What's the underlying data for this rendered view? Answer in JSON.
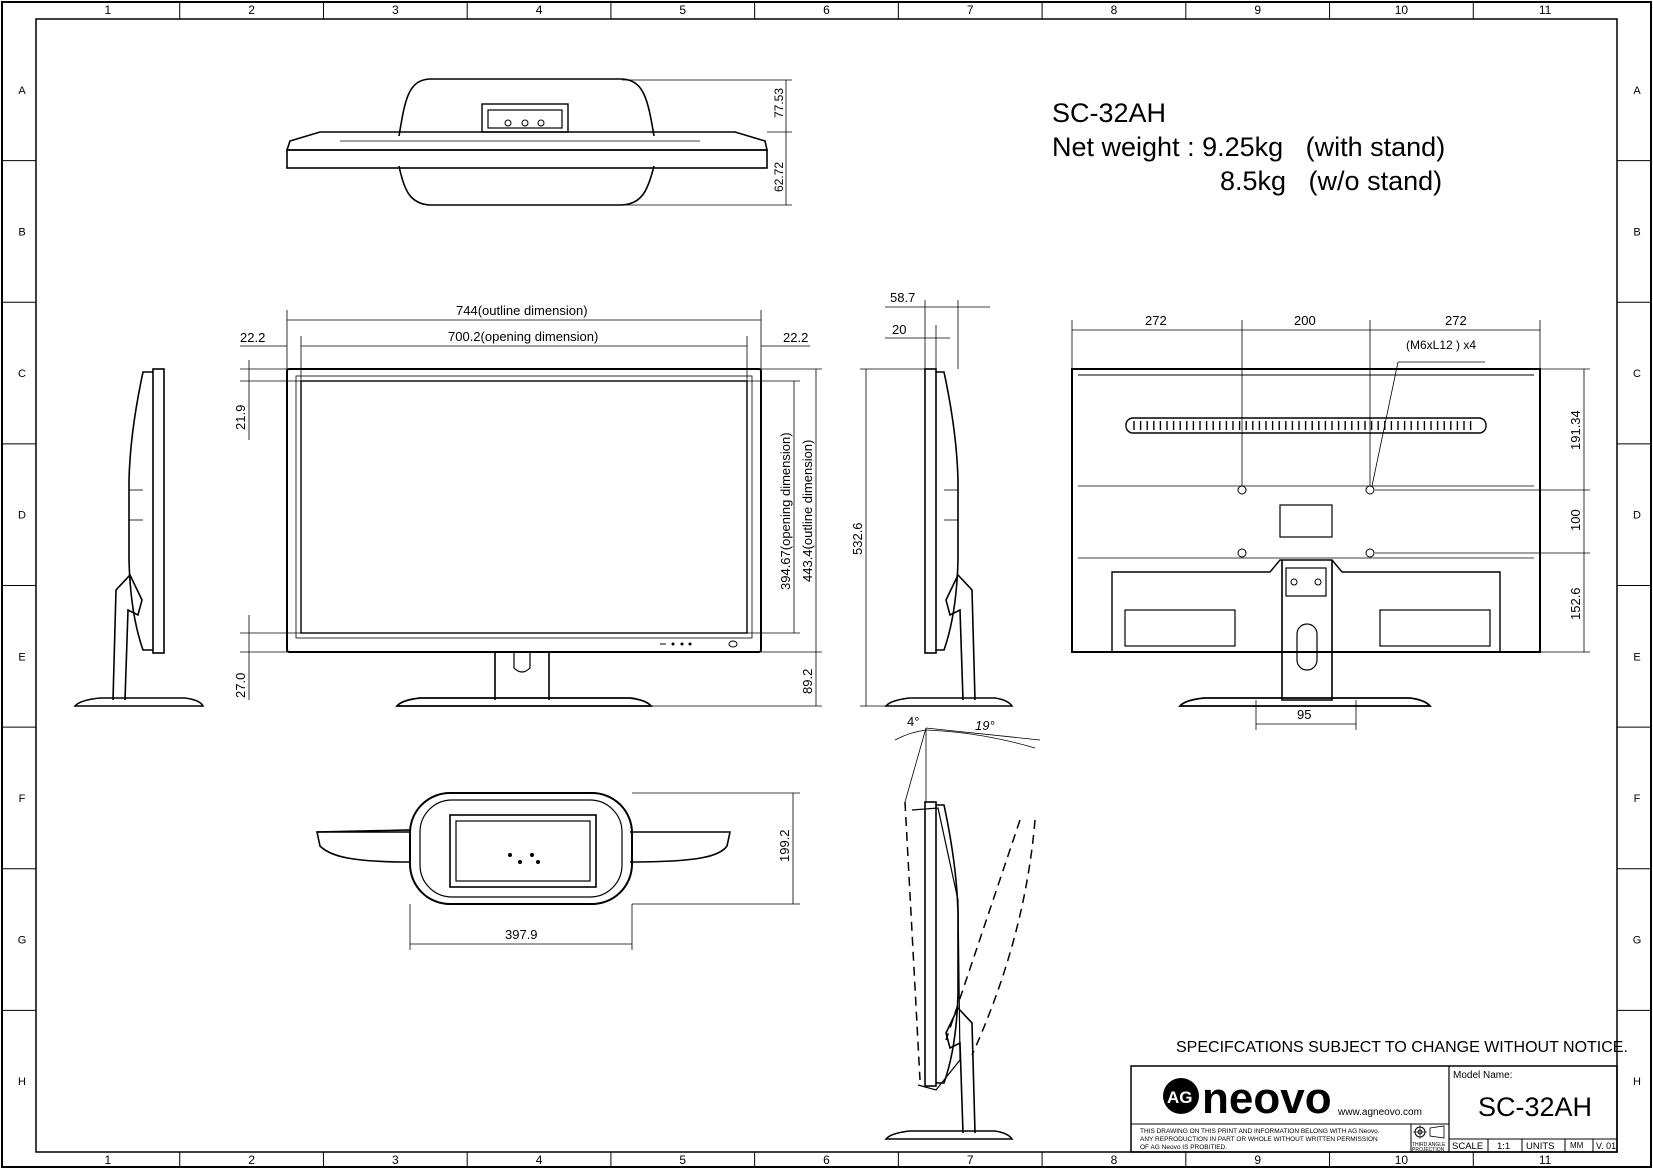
{
  "header": {
    "model": "SC-32AH",
    "weight_line1": "Net weight : 9.25kg   (with stand)",
    "weight_line2": "8.5kg   (w/o stand)"
  },
  "border": {
    "columns": [
      "1",
      "2",
      "3",
      "4",
      "5",
      "6",
      "7",
      "8",
      "9",
      "10",
      "11"
    ],
    "rows": [
      "A",
      "B",
      "C",
      "D",
      "E",
      "F",
      "G",
      "H"
    ]
  },
  "top_view": {
    "dim_depth_back": "77.53",
    "dim_depth_front": "62.72"
  },
  "front_view": {
    "outline_width": "744(outline dimension)",
    "opening_width": "700.2(opening dimension)",
    "side_margin_left": "22.2",
    "side_margin_right": "22.2",
    "top_margin": "21.9",
    "bottom_margin": "27.0",
    "opening_height": "394.67(opening dimension)",
    "outline_height": "443.4(outline dimension)",
    "base_to_bottom": "89.2"
  },
  "side_view": {
    "total_height": "532.6",
    "depth": "58.7",
    "panel_depth": "20"
  },
  "rear_view": {
    "left_margin": "272",
    "vesa_width": "200",
    "right_margin": "272",
    "screw_note": "(M6xL12 ) x4",
    "top_to_vesa": "191.34",
    "vesa_height": "100",
    "vesa_to_bottom": "152.6",
    "stand_width": "95"
  },
  "bottom_view": {
    "base_depth": "199.2",
    "base_width": "397.9"
  },
  "tilt_view": {
    "forward_tilt": "4°",
    "backward_tilt": "19°"
  },
  "title_block": {
    "notice": "SPECIFCATIONS SUBJECT TO CHANGE WITHOUT NOTICE.",
    "logo_badge": "AG",
    "logo_text": "neovo",
    "website": "www.agneovo.com",
    "disclaimer_1": "THIS DRAWING ON THIS PRINT AND INFORMATION BELONG WITH AG Neovo.",
    "disclaimer_2": "ANY REPRODUCTION IN PART OR WHOLE WITHOUT WRITTEN PERMISSION",
    "disclaimer_3": "OF AG Neovo IS PROBITIED.",
    "projection_1": "THIRD ANGLE",
    "projection_2": "PROJECTION",
    "model_label": "Model Name:",
    "model_value": "SC-32AH",
    "scale_label": "SCALE",
    "scale_value": "1:1",
    "units_label": "UNITS",
    "units_value": "MM",
    "version": "V. 01"
  }
}
